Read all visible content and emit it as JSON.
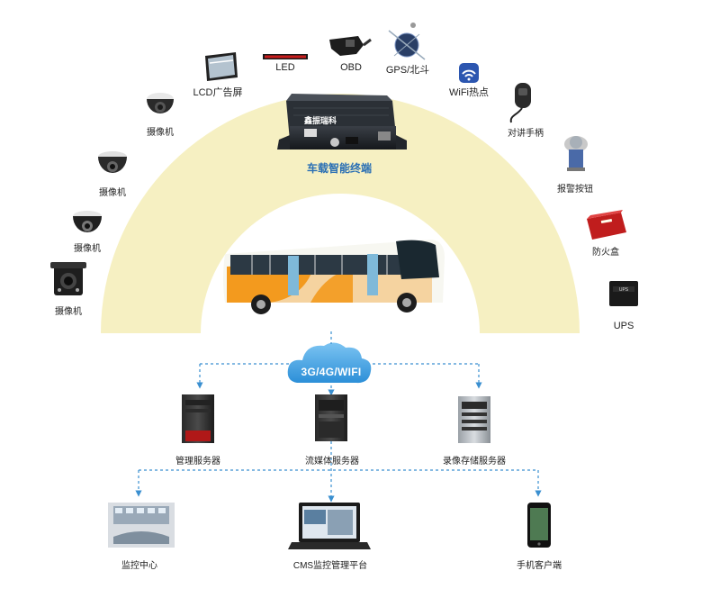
{
  "terminal": {
    "label": "车载智能终端",
    "brand_text": "鑫振瑞科"
  },
  "peripherals": [
    {
      "label": "摄像机"
    },
    {
      "label": "摄像机"
    },
    {
      "label": "摄像机"
    },
    {
      "label": "摄像机"
    },
    {
      "label": "LCD广告屏"
    },
    {
      "label": "LED"
    },
    {
      "label": "OBD"
    },
    {
      "label": "GPS/北斗"
    },
    {
      "label": "WiFi热点"
    },
    {
      "label": "对讲手柄"
    },
    {
      "label": "报警按钮"
    },
    {
      "label": "防火盒"
    },
    {
      "label": "UPS"
    }
  ],
  "network": {
    "label": "3G/4G/WIFI"
  },
  "servers": [
    {
      "label": "管理服务器"
    },
    {
      "label": "流媒体服务器"
    },
    {
      "label": "录像存储服务器"
    }
  ],
  "clients": [
    {
      "label": "监控中心"
    },
    {
      "label": "CMS监控管理平台"
    },
    {
      "label": "手机客户端"
    }
  ],
  "colors": {
    "arc": "#f6f0c2",
    "link": "#3a8fd0",
    "cloud": "#4aa6e6",
    "bus_orange": "#f39a1e"
  }
}
